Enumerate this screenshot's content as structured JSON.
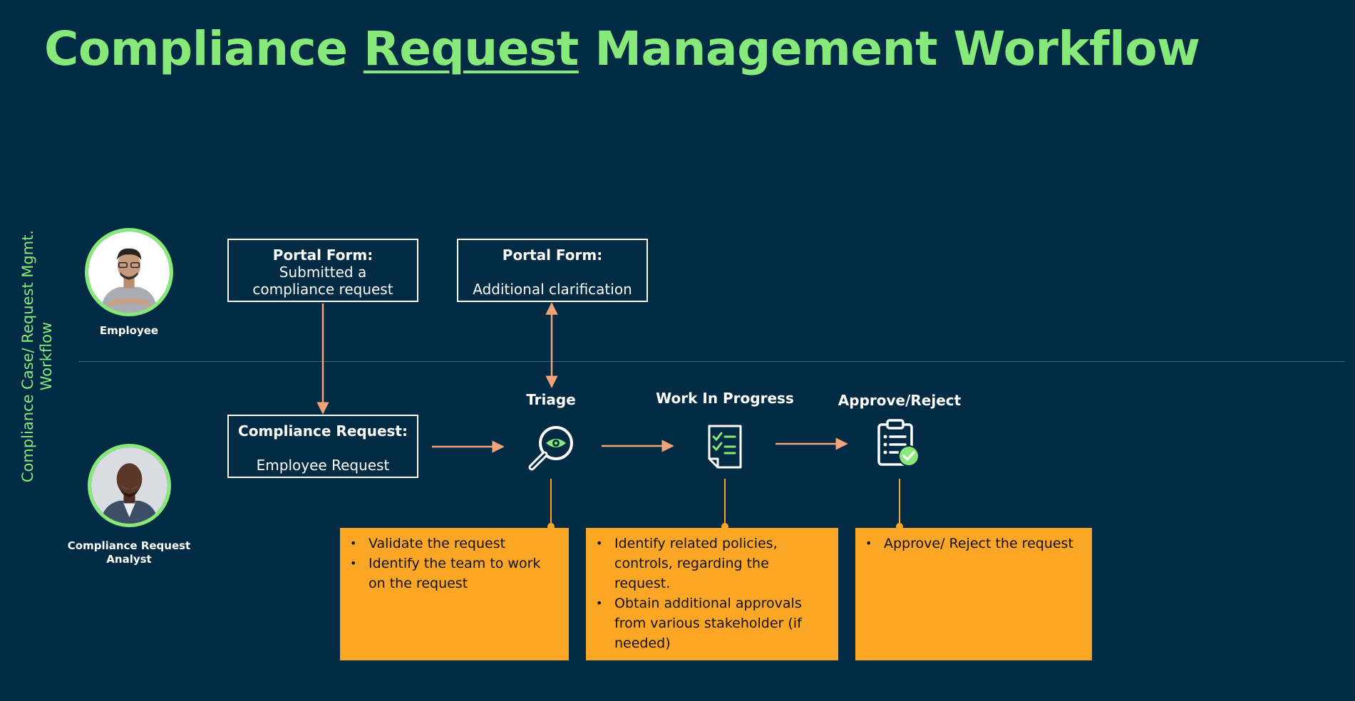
{
  "title": {
    "pre": "Compliance ",
    "underlined": "Request",
    "post": " Management Workflow"
  },
  "side_label": {
    "line1": "Compliance Case/ Request Mgmt.",
    "line2": "Workflow"
  },
  "actors": {
    "employee": "Employee",
    "analyst_line1": "Compliance Request",
    "analyst_line2": "Analyst"
  },
  "boxes": {
    "portal_submit": {
      "heading": "Portal Form:",
      "line1": "Submitted a",
      "line2": "compliance request"
    },
    "portal_clarify": {
      "heading": "Portal Form:",
      "line1": "Additional clarification"
    },
    "compliance_request": {
      "heading": "Compliance Request:",
      "line1": "Employee Request"
    }
  },
  "stages": {
    "triage": "Triage",
    "wip": "Work In Progress",
    "approve": "Approve/Reject"
  },
  "notes": {
    "triage": [
      "Validate the request",
      "Identify the team to work on the request"
    ],
    "wip": [
      "Identify related policies, controls, regarding the request.",
      "Obtain additional approvals from various stakeholder (if needed)"
    ],
    "approve": [
      "Approve/ Reject the request"
    ]
  },
  "icons": {
    "triage": "magnifier-eye-icon",
    "wip": "checklist-document-icon",
    "approve": "clipboard-check-icon"
  },
  "colors": {
    "background": "#032b43",
    "accent_green": "#86e97a",
    "arrow": "#f3a37a",
    "note_fill": "#fba625",
    "connector": "#fba625"
  }
}
